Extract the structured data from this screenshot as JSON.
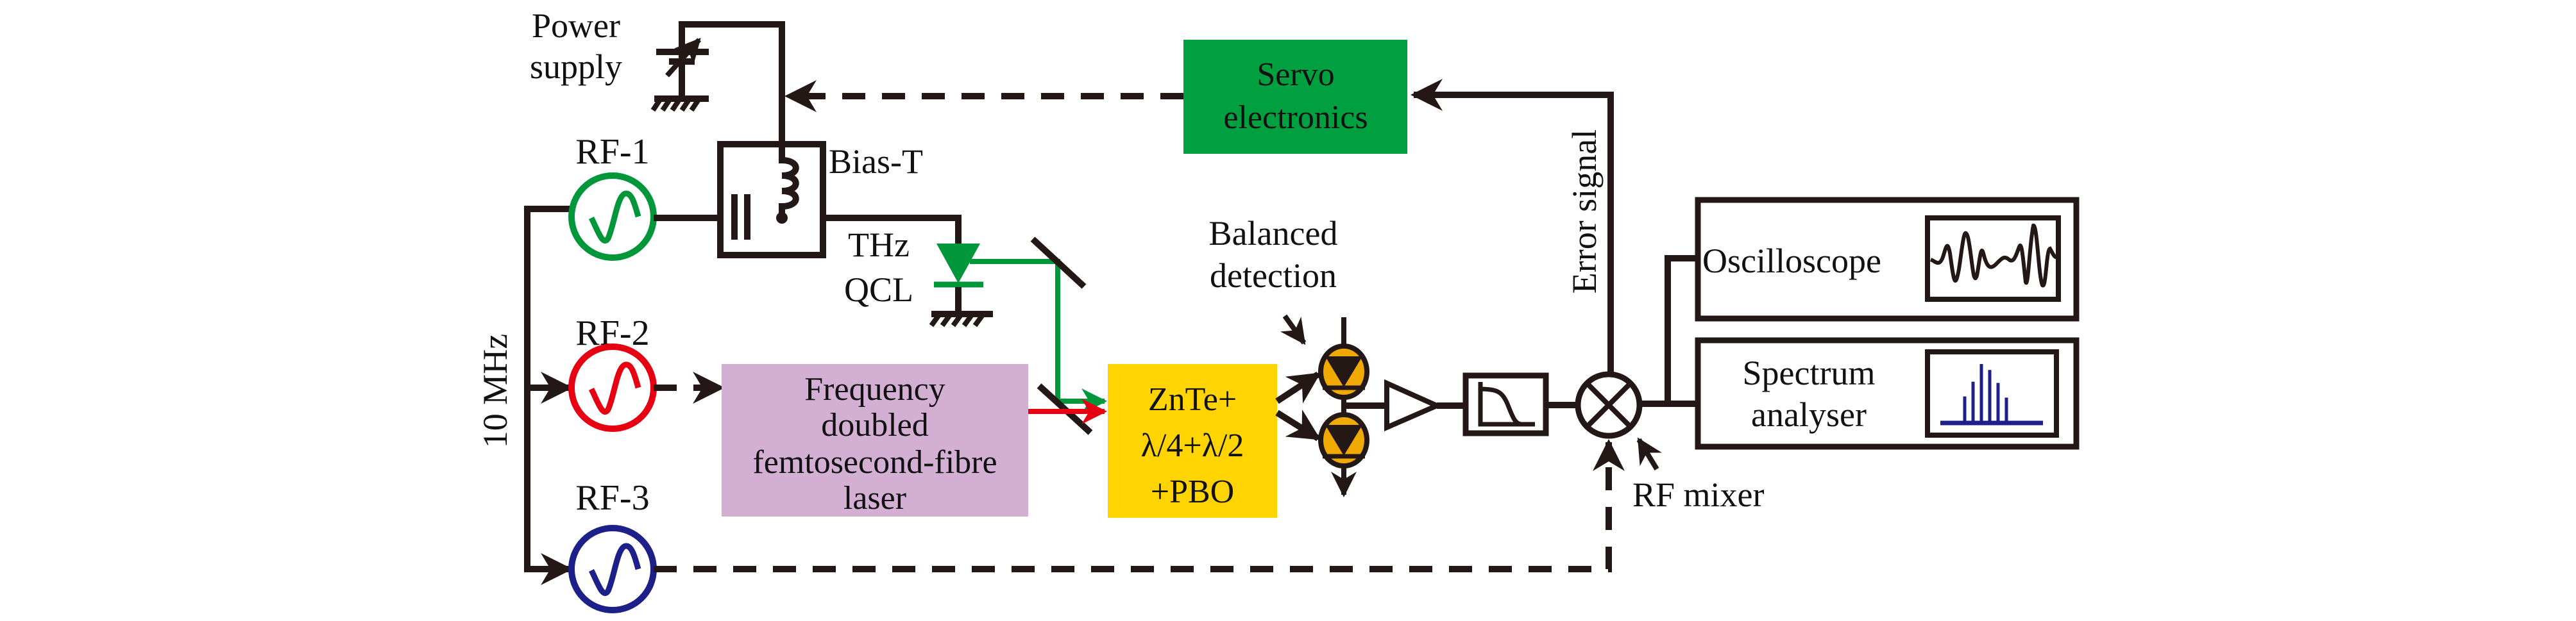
{
  "diagram": {
    "title": "THz QCL phase-locking setup with electro-optic sampling",
    "labels": {
      "power_supply": [
        "Power",
        "supply"
      ],
      "bias_t": "Bias-T",
      "thz_qcl": [
        "THz",
        "QCL"
      ],
      "rf1": "RF-1",
      "rf2": "RF-2",
      "rf3": "RF-3",
      "ref_clock": "10 MHz",
      "servo": [
        "Servo",
        "electronics"
      ],
      "laser": [
        "Frequency",
        "doubled",
        "femtosecond-fibre",
        "laser"
      ],
      "eo_crystal": [
        "ZnTe+",
        "λ/4+λ/2",
        "+PBO"
      ],
      "balanced_detection": [
        "Balanced",
        "detection"
      ],
      "error_signal": "Error signal",
      "rf_mixer": "RF mixer",
      "oscilloscope": "Oscilloscope",
      "spectrum_analyser": [
        "Spectrum",
        "analyser"
      ]
    },
    "colors": {
      "wire": "#231815",
      "rf1": "#00973A",
      "rf2": "#E60012",
      "rf3": "#1D2088",
      "servo_fill": "#00A040",
      "laser_fill": "#D4AFD4",
      "eo_fill": "#FFD400",
      "detector_fill": "#F0A900",
      "thz_beam": "#00973A",
      "optical_beam": "#E60012",
      "spectrum_lines": "#1D2088"
    },
    "spectrum_icon_relative_heights": [
      0.45,
      0.7,
      1.0,
      0.9,
      0.68,
      0.43
    ]
  }
}
